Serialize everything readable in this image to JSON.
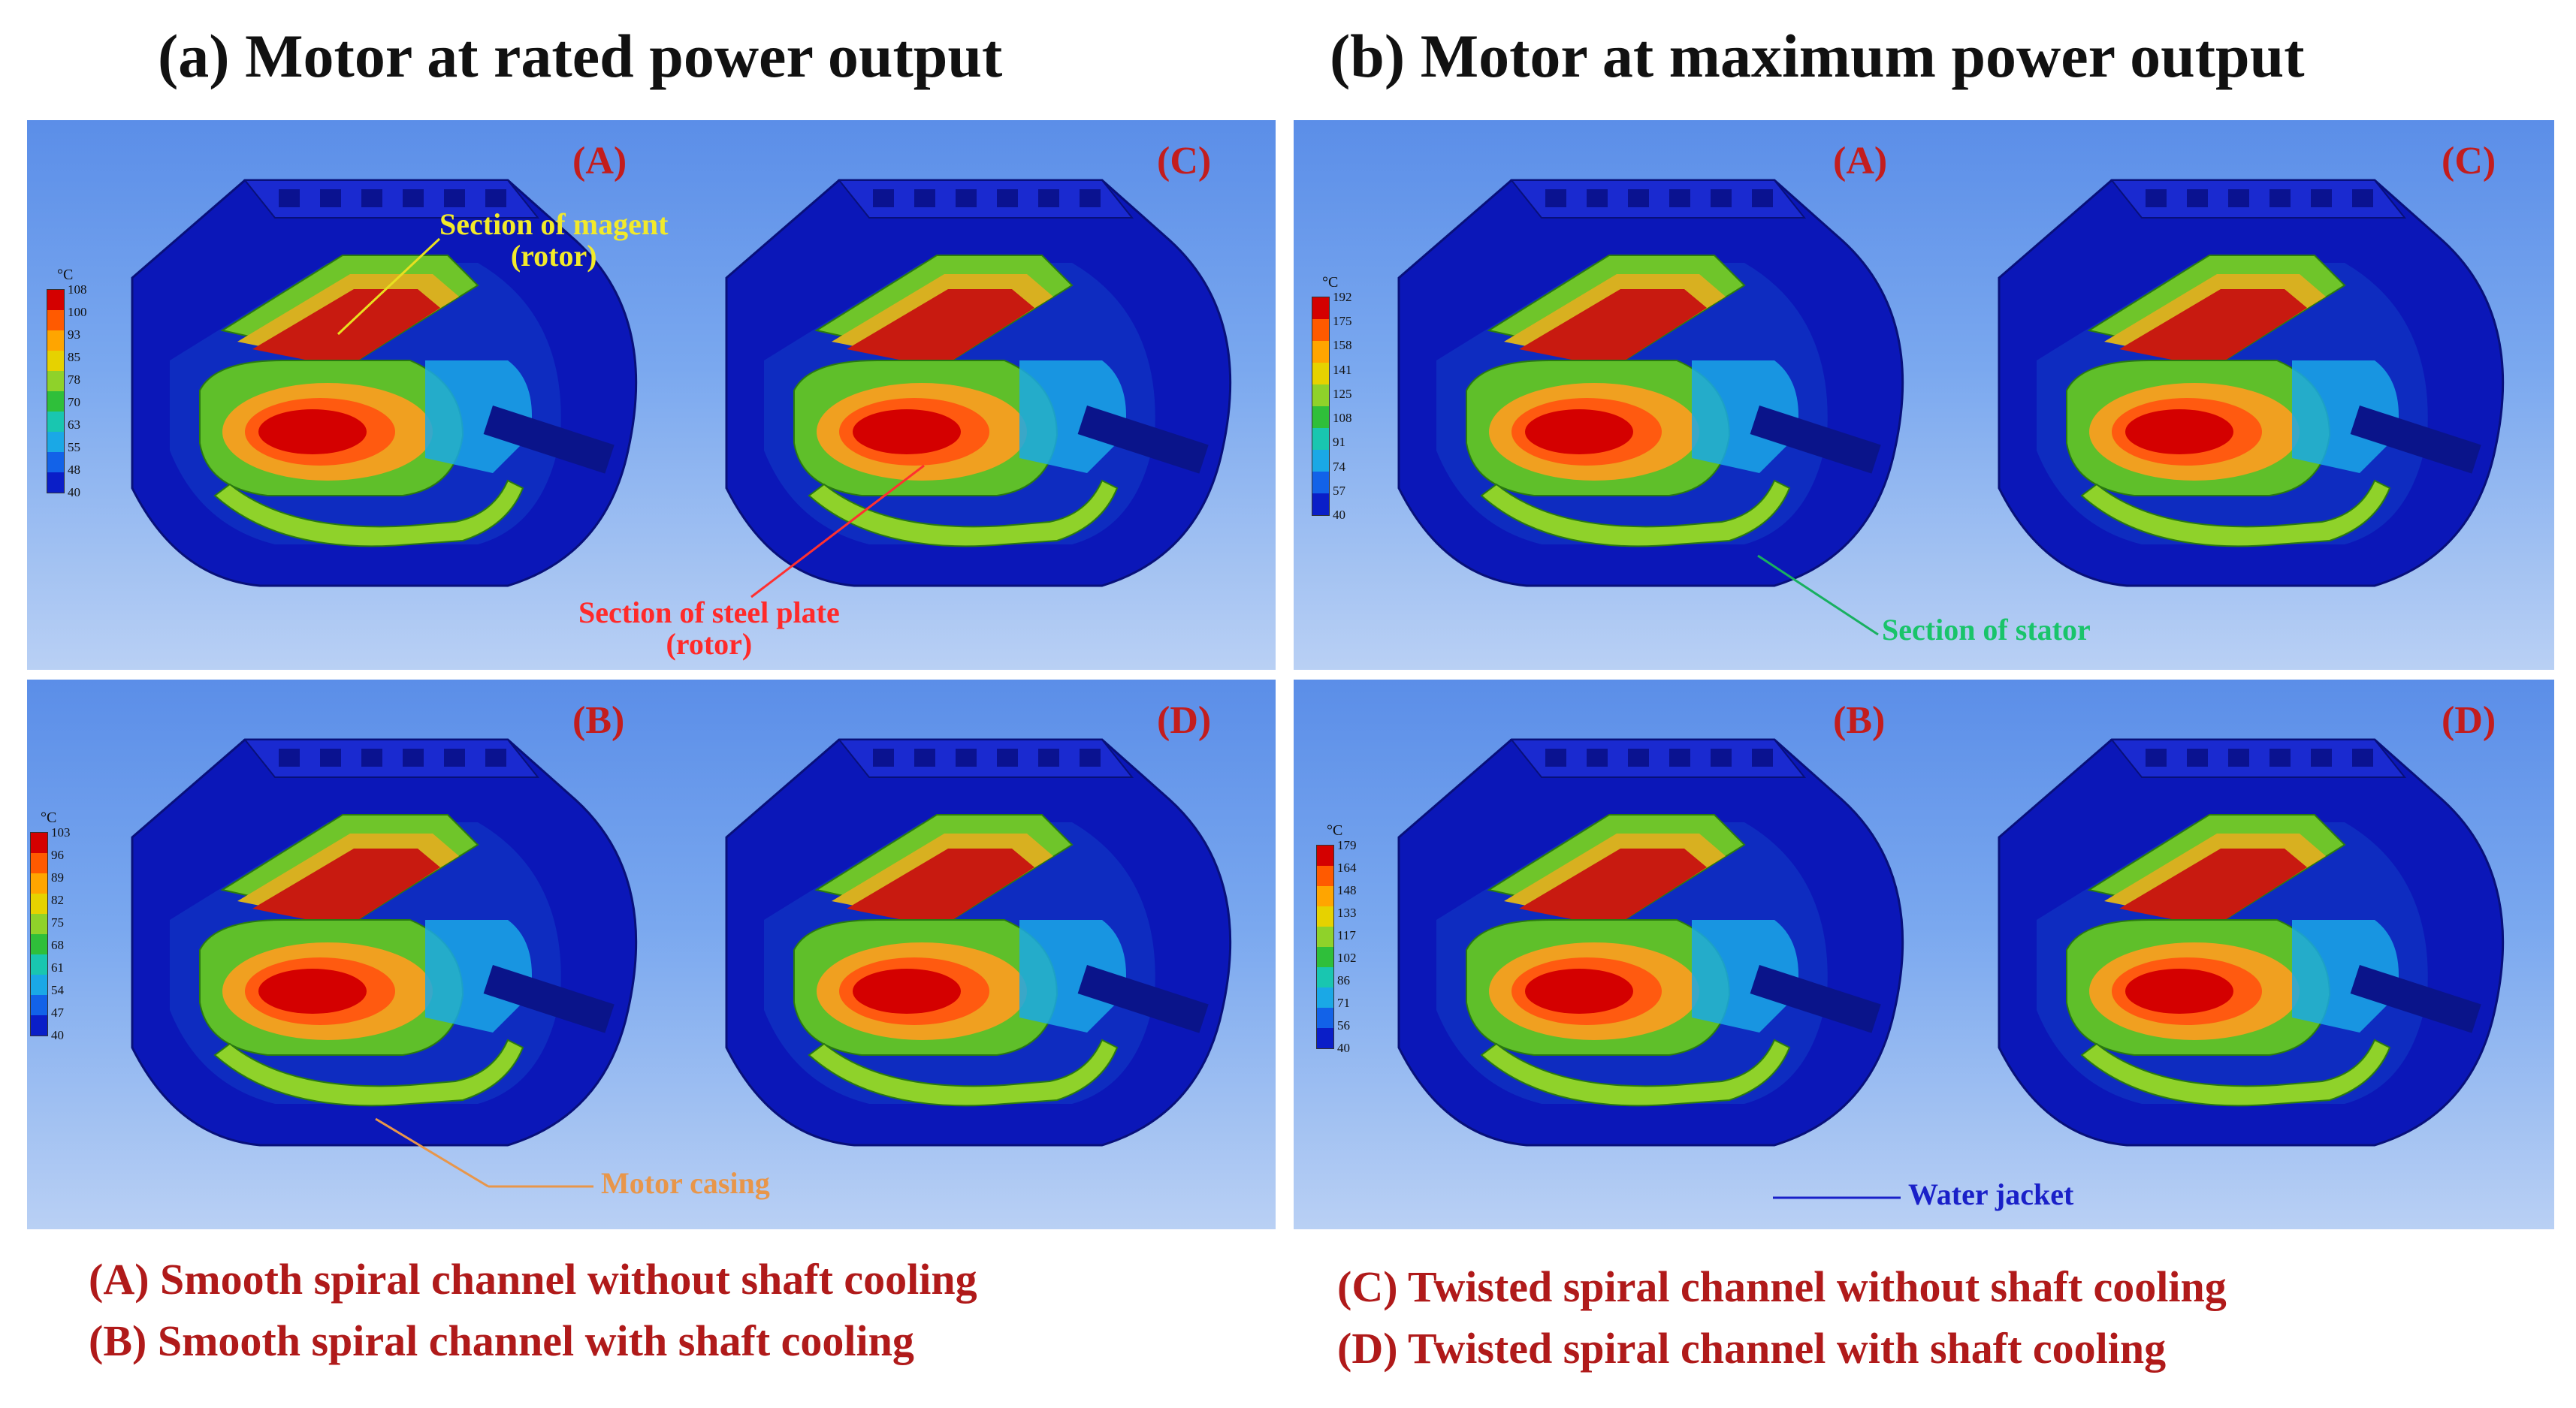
{
  "titles": {
    "a": "(a) Motor at rated power output",
    "b": "(b) Motor at maximum power output"
  },
  "panel_letters": {
    "A": "(A)",
    "B": "(B)",
    "C": "(C)",
    "D": "(D)"
  },
  "legends": {
    "unit": "°C",
    "rated_A": [
      "108",
      "100",
      "93",
      "85",
      "78",
      "70",
      "63",
      "55",
      "48",
      "40"
    ],
    "rated_B": [
      "103",
      "96",
      "89",
      "82",
      "75",
      "68",
      "61",
      "54",
      "47",
      "40"
    ],
    "max_A": [
      "192",
      "175",
      "158",
      "141",
      "125",
      "108",
      "91",
      "74",
      "57",
      "40"
    ],
    "max_B": [
      "179",
      "164",
      "148",
      "133",
      "117",
      "102",
      "86",
      "71",
      "56",
      "40"
    ],
    "colors": [
      "#d40000",
      "#ff5a00",
      "#ffa500",
      "#e6d200",
      "#8fd22a",
      "#2fbf3a",
      "#19c6b0",
      "#1aa8e6",
      "#1262e8",
      "#0a1ec8"
    ]
  },
  "callouts": {
    "magnet": "Section of magent",
    "magnet_sub": "(rotor)",
    "steel": "Section of steel plate",
    "steel_sub": "(rotor)",
    "stator": "Section of stator",
    "casing": "Motor casing",
    "jacket": "Water jacket"
  },
  "callout_colors": {
    "magnet": "#f2ea2a",
    "steel": "#ff2a2a",
    "stator": "#19c46a",
    "casing": "#e8964a",
    "jacket": "#1a20c8"
  },
  "captions": {
    "A": "(A) Smooth spiral channel without shaft cooling",
    "B": "(B) Smooth spiral channel with shaft cooling",
    "C": "(C) Twisted spiral channel without shaft cooling",
    "D": "(D) Twisted spiral channel with shaft cooling"
  }
}
